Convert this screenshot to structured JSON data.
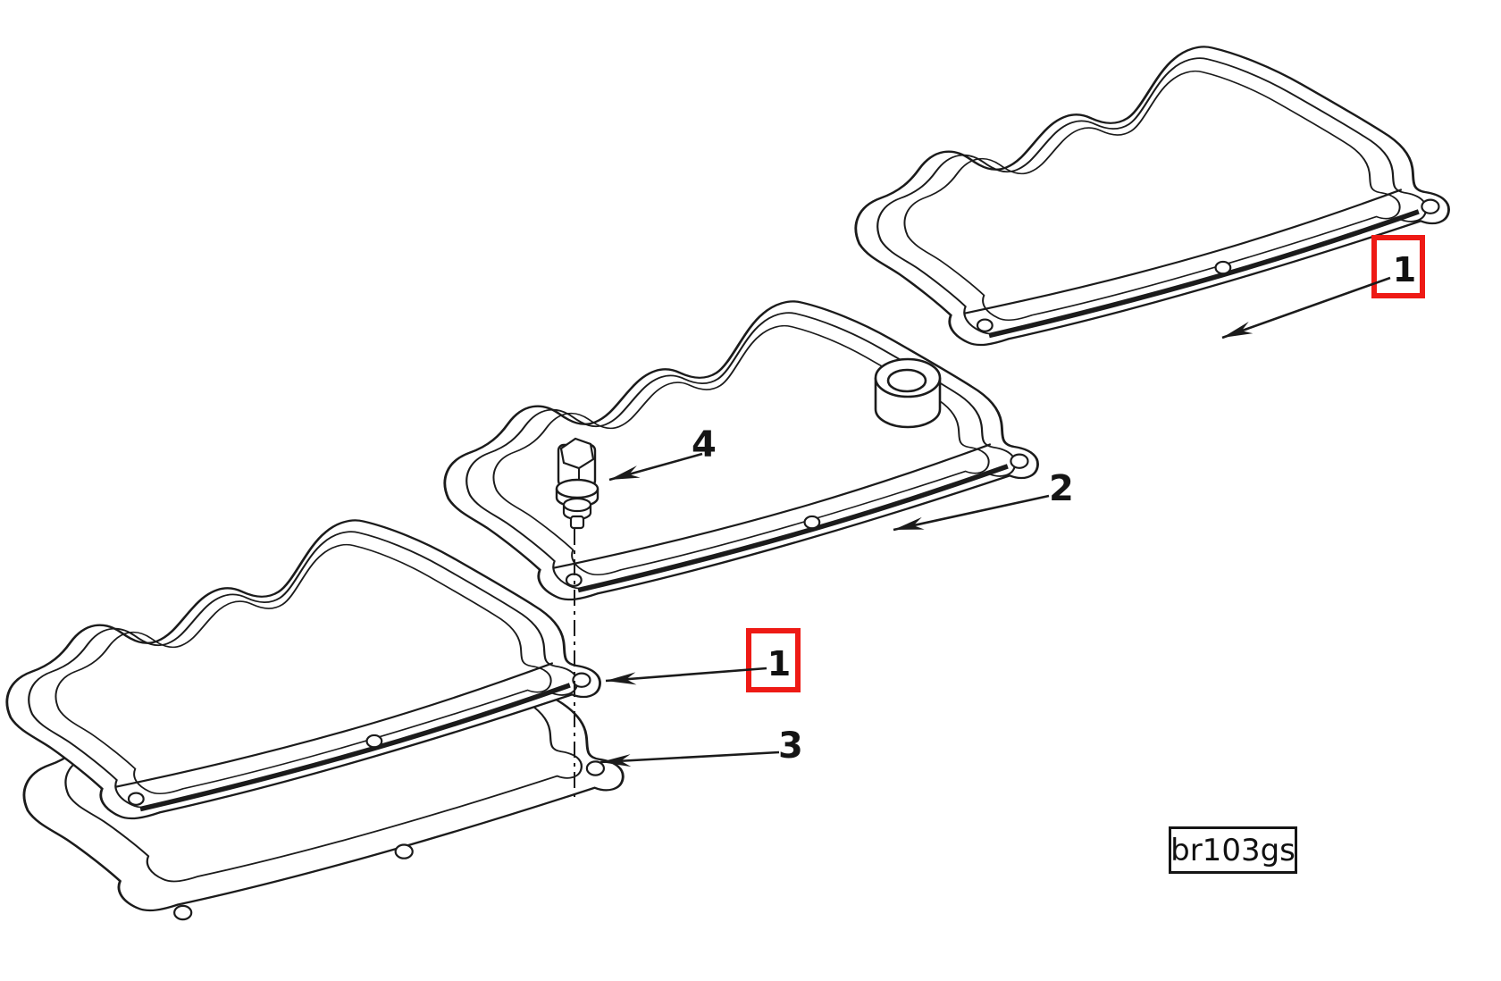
{
  "figure": {
    "code": "br103gs",
    "callouts": [
      {
        "id": "item-1-upper",
        "label": "1",
        "boxed": true
      },
      {
        "id": "item-1-lower",
        "label": "1",
        "boxed": true
      },
      {
        "id": "item-2",
        "label": "2",
        "boxed": false
      },
      {
        "id": "item-3",
        "label": "3",
        "boxed": false
      },
      {
        "id": "item-4",
        "label": "4",
        "boxed": false
      }
    ],
    "colors": {
      "highlight_box": "#ee1a15",
      "line": "#1b1b1b",
      "background": "#ffffff"
    }
  }
}
